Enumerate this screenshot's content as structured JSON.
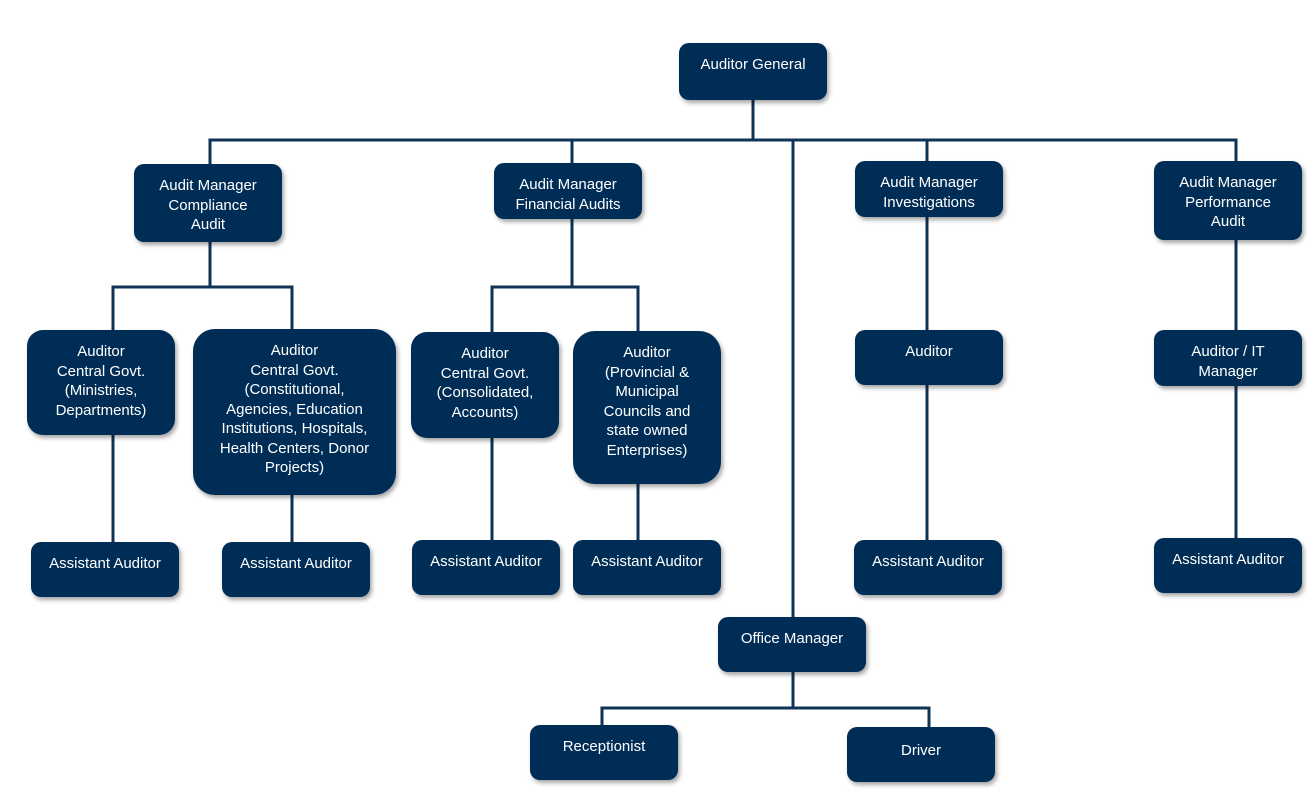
{
  "nodes": {
    "auditor_general": "Auditor General",
    "am_compliance": "Audit Manager\nCompliance\nAudit",
    "am_financial": "Audit Manager\nFinancial Audits",
    "am_investigations": "Audit Manager\nInvestigations",
    "am_performance": "Audit Manager\nPerformance\nAudit",
    "aud_ministries": "Auditor\nCentral Govt.\n(Ministries,\nDepartments)",
    "aud_constitutional": "Auditor\nCentral Govt.\n(Constitutional,\nAgencies, Education\nInstitutions, Hospitals,\nHealth Centers, Donor\nProjects)",
    "aud_consolidated": "Auditor\nCentral Govt.\n(Consolidated,\nAccounts)",
    "aud_provincial": "Auditor\n(Provincial &\nMunicipal\nCouncils and\nstate owned\nEnterprises)",
    "aud_investigations": "Auditor",
    "aud_it": "Auditor / IT\nManager",
    "asst_1": "Assistant Auditor",
    "asst_2": "Assistant Auditor",
    "asst_3": "Assistant Auditor",
    "asst_4": "Assistant Auditor",
    "asst_5": "Assistant Auditor",
    "asst_6": "Assistant Auditor",
    "office_manager": "Office Manager",
    "receptionist": "Receptionist",
    "driver": "Driver"
  },
  "colors": {
    "node_fill": "#002d56",
    "connector": "#0e3354",
    "text": "#ffffff"
  }
}
